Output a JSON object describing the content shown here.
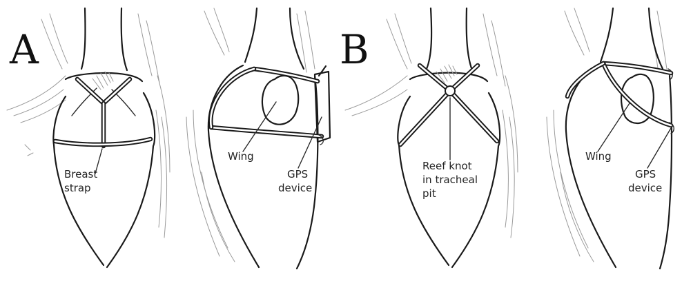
{
  "panels": [
    {
      "letter": "A",
      "labels": {
        "strap_line1": "Breast",
        "strap_line2": "strap",
        "wing": "Wing",
        "device_line1": "GPS",
        "device_line2": "device"
      }
    },
    {
      "letter": "B",
      "labels": {
        "knot_line1": "Reef knot",
        "knot_line2": "in tracheal",
        "knot_line3": "pit",
        "wing": "Wing",
        "device_line1": "GPS",
        "device_line2": "device"
      }
    }
  ],
  "colors": {
    "ink": "#1a1a1a",
    "feather": "#9a9a9a",
    "background": "#ffffff"
  }
}
